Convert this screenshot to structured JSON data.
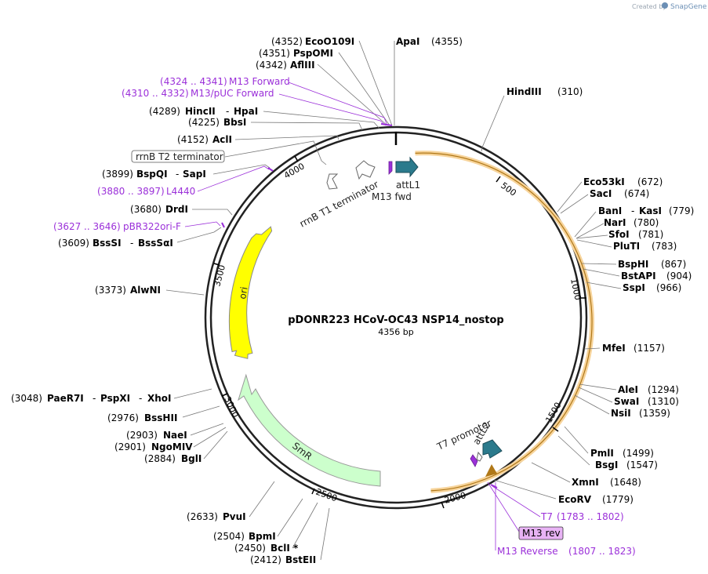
{
  "credit": {
    "prefix": "Created by",
    "brand": "SnapGene"
  },
  "plasmid": {
    "name": "pDONR223 HCoV-OC43 NSP14_nostop",
    "length_label": "4356 bp",
    "length": 4356
  },
  "ticks": [
    "500",
    "1000",
    "1500",
    "2000",
    "2500",
    "3000",
    "3500",
    "4000"
  ],
  "features": [
    {
      "name": "M13 fwd",
      "type": "primer_site",
      "color": "#9b30d9"
    },
    {
      "name": "attL1",
      "type": "attL",
      "color": "#2b7a8c"
    },
    {
      "name": "rrnB T1 terminator",
      "type": "terminator",
      "color": "#ffffff"
    },
    {
      "name": "ori",
      "type": "rep_origin",
      "color": "#ffff00"
    },
    {
      "name": "SmR",
      "type": "CDS",
      "color": "#ccffcc"
    },
    {
      "name": "T7 promoter",
      "type": "promoter",
      "color": "#ffffff"
    },
    {
      "name": "attL2",
      "type": "attL",
      "color": "#2b7a8c"
    }
  ],
  "insert": {
    "start": 310,
    "end": 2050,
    "color": "#f5c26b"
  },
  "sites": [
    {
      "name": "EcoO109I",
      "pos": "4352"
    },
    {
      "name": "ApaI",
      "pos": "4355"
    },
    {
      "name": "PspOMI",
      "pos": "4351"
    },
    {
      "name": "AflIII",
      "pos": "4342"
    },
    {
      "name": "M13 Forward",
      "range": "4324 .. 4341"
    },
    {
      "name": "M13/pUC Forward",
      "range": "4310 .. 4332"
    },
    {
      "name": "HincII",
      "alt": "HpaI",
      "pos": "4289"
    },
    {
      "name": "BbsI",
      "pos": "4225"
    },
    {
      "name": "AclI",
      "pos": "4152"
    },
    {
      "name": "rrnB T2 terminator"
    },
    {
      "name": "BspQI",
      "alt": "SapI",
      "pos": "3899"
    },
    {
      "name": "L4440",
      "range": "3880 .. 3897"
    },
    {
      "name": "DrdI",
      "pos": "3680"
    },
    {
      "name": "pBR322ori-F",
      "range": "3627 .. 3646"
    },
    {
      "name": "BssSI",
      "alt": "BssSαI",
      "pos": "3609"
    },
    {
      "name": "AlwNI",
      "pos": "3373"
    },
    {
      "name": "PaeR7I",
      "alt": "PspXI",
      "alt2": "XhoI",
      "pos": "3048"
    },
    {
      "name": "BssHII",
      "pos": "2976"
    },
    {
      "name": "NaeI",
      "pos": "2903"
    },
    {
      "name": "NgoMIV",
      "pos": "2901"
    },
    {
      "name": "BglI",
      "pos": "2884"
    },
    {
      "name": "PvuI",
      "pos": "2633"
    },
    {
      "name": "BpmI",
      "pos": "2504"
    },
    {
      "name": "BclI *",
      "pos": "2450"
    },
    {
      "name": "BstEII",
      "pos": "2412"
    },
    {
      "name": "HindIII",
      "pos": "310"
    },
    {
      "name": "Eco53kI",
      "pos": "672"
    },
    {
      "name": "SacI",
      "pos": "674"
    },
    {
      "name": "BanI",
      "alt": "KasI",
      "pos": "779"
    },
    {
      "name": "NarI",
      "pos": "780"
    },
    {
      "name": "SfoI",
      "pos": "781"
    },
    {
      "name": "PluTI",
      "pos": "783"
    },
    {
      "name": "BspHI",
      "pos": "867"
    },
    {
      "name": "BstAPI",
      "pos": "904"
    },
    {
      "name": "SspI",
      "pos": "966"
    },
    {
      "name": "MfeI",
      "pos": "1157"
    },
    {
      "name": "AleI",
      "pos": "1294"
    },
    {
      "name": "SwaI",
      "pos": "1310"
    },
    {
      "name": "NsiI",
      "pos": "1359"
    },
    {
      "name": "PmlI",
      "pos": "1499"
    },
    {
      "name": "BsgI",
      "pos": "1547"
    },
    {
      "name": "XmnI",
      "pos": "1648"
    },
    {
      "name": "EcoRV",
      "pos": "1779"
    },
    {
      "name": "T7",
      "range": "1783 .. 1802"
    },
    {
      "name": "M13 rev"
    },
    {
      "name": "M13 Reverse",
      "range": "1807 .. 1823"
    }
  ]
}
